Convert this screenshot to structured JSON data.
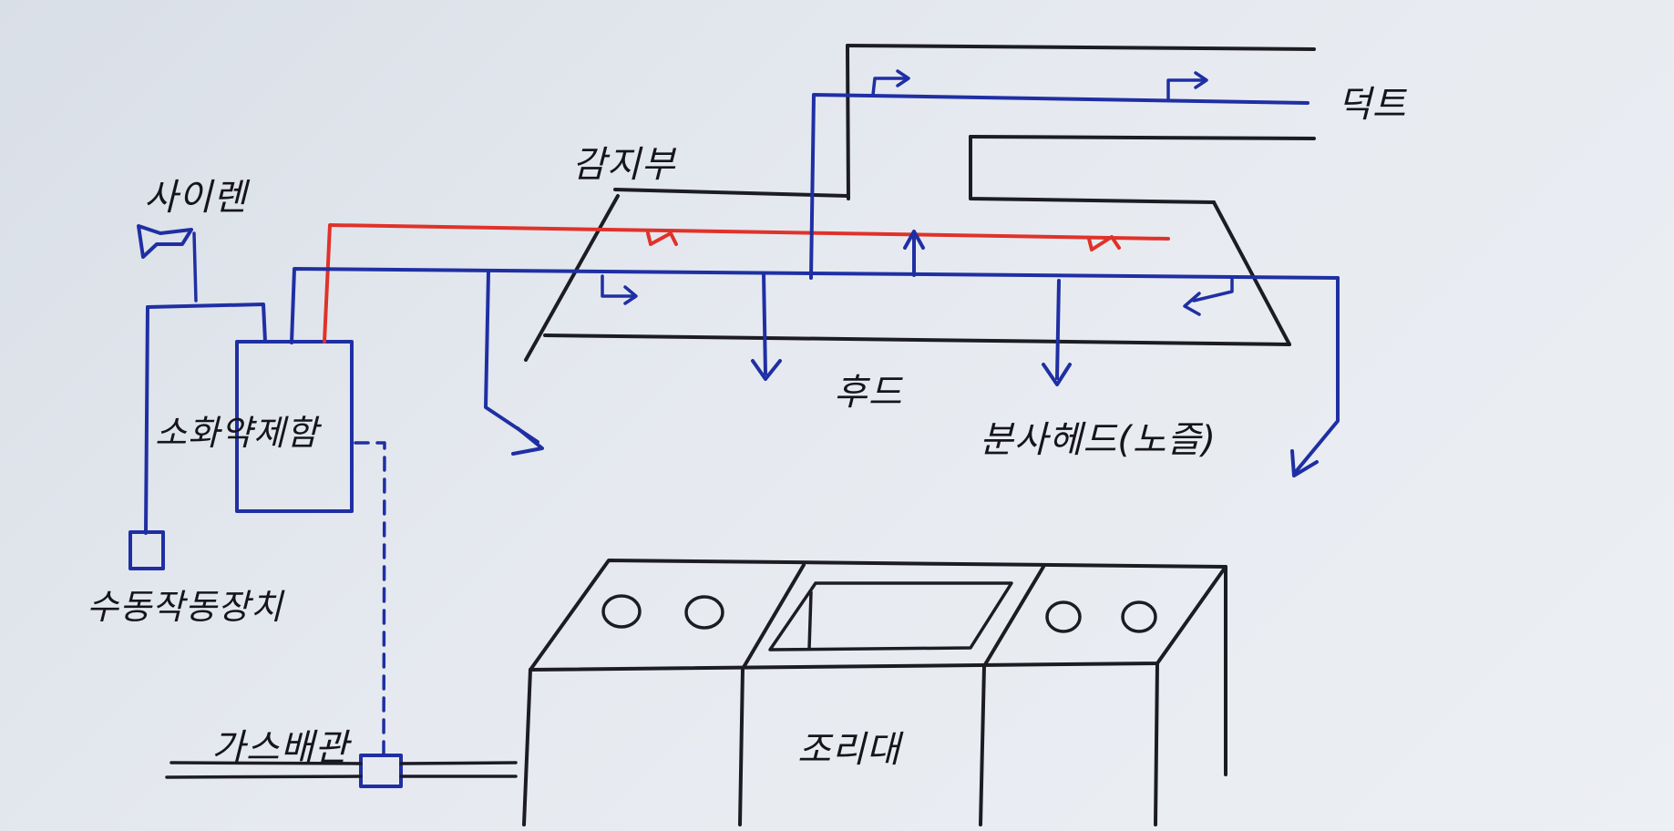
{
  "labels": {
    "siren": "사이렌",
    "detector": "감지부",
    "duct": "덕트",
    "hood": "후드",
    "extinguishing_agent_box": "소화약제함",
    "spray_head": "분사헤드(노즐)",
    "manual_actuator": "수동작동장치",
    "gas_pipe": "가스배관",
    "cooking_table": "조리대"
  },
  "colors": {
    "outline": "#1c1c22",
    "agent_pipe": "#1f2fa3",
    "detection_line": "#e0322a"
  }
}
